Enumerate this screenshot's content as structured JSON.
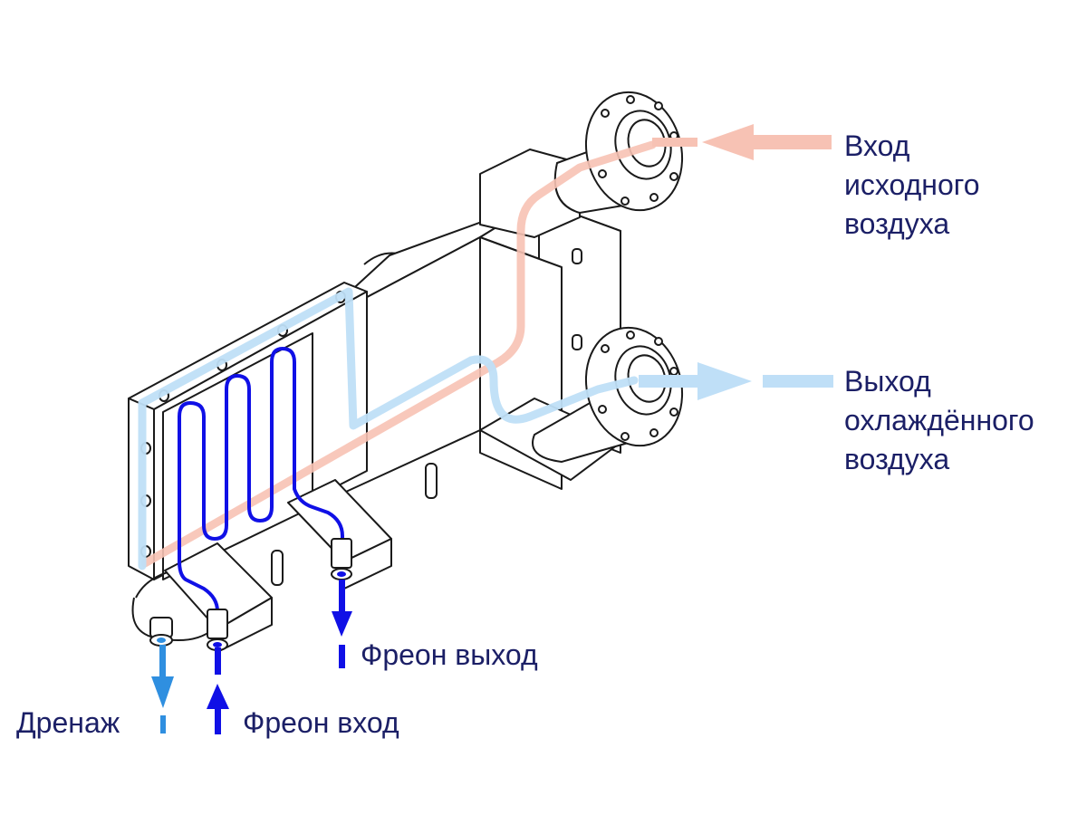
{
  "labels": {
    "inlet_air": [
      "Вход",
      "исходного",
      "воздуха"
    ],
    "outlet_air": [
      "Выход",
      "охлаждённого",
      "воздуха"
    ],
    "freon_out": "Фреон выход",
    "freon_in": "Фреон вход",
    "drain": "Дренаж"
  },
  "colors": {
    "warm_air": "#f7c2b4",
    "cool_air": "#bfdff7",
    "freon": "#1010e6",
    "drain": "#2f8fe0",
    "outline": "#1a1a1a",
    "text": "#1b1f66"
  }
}
